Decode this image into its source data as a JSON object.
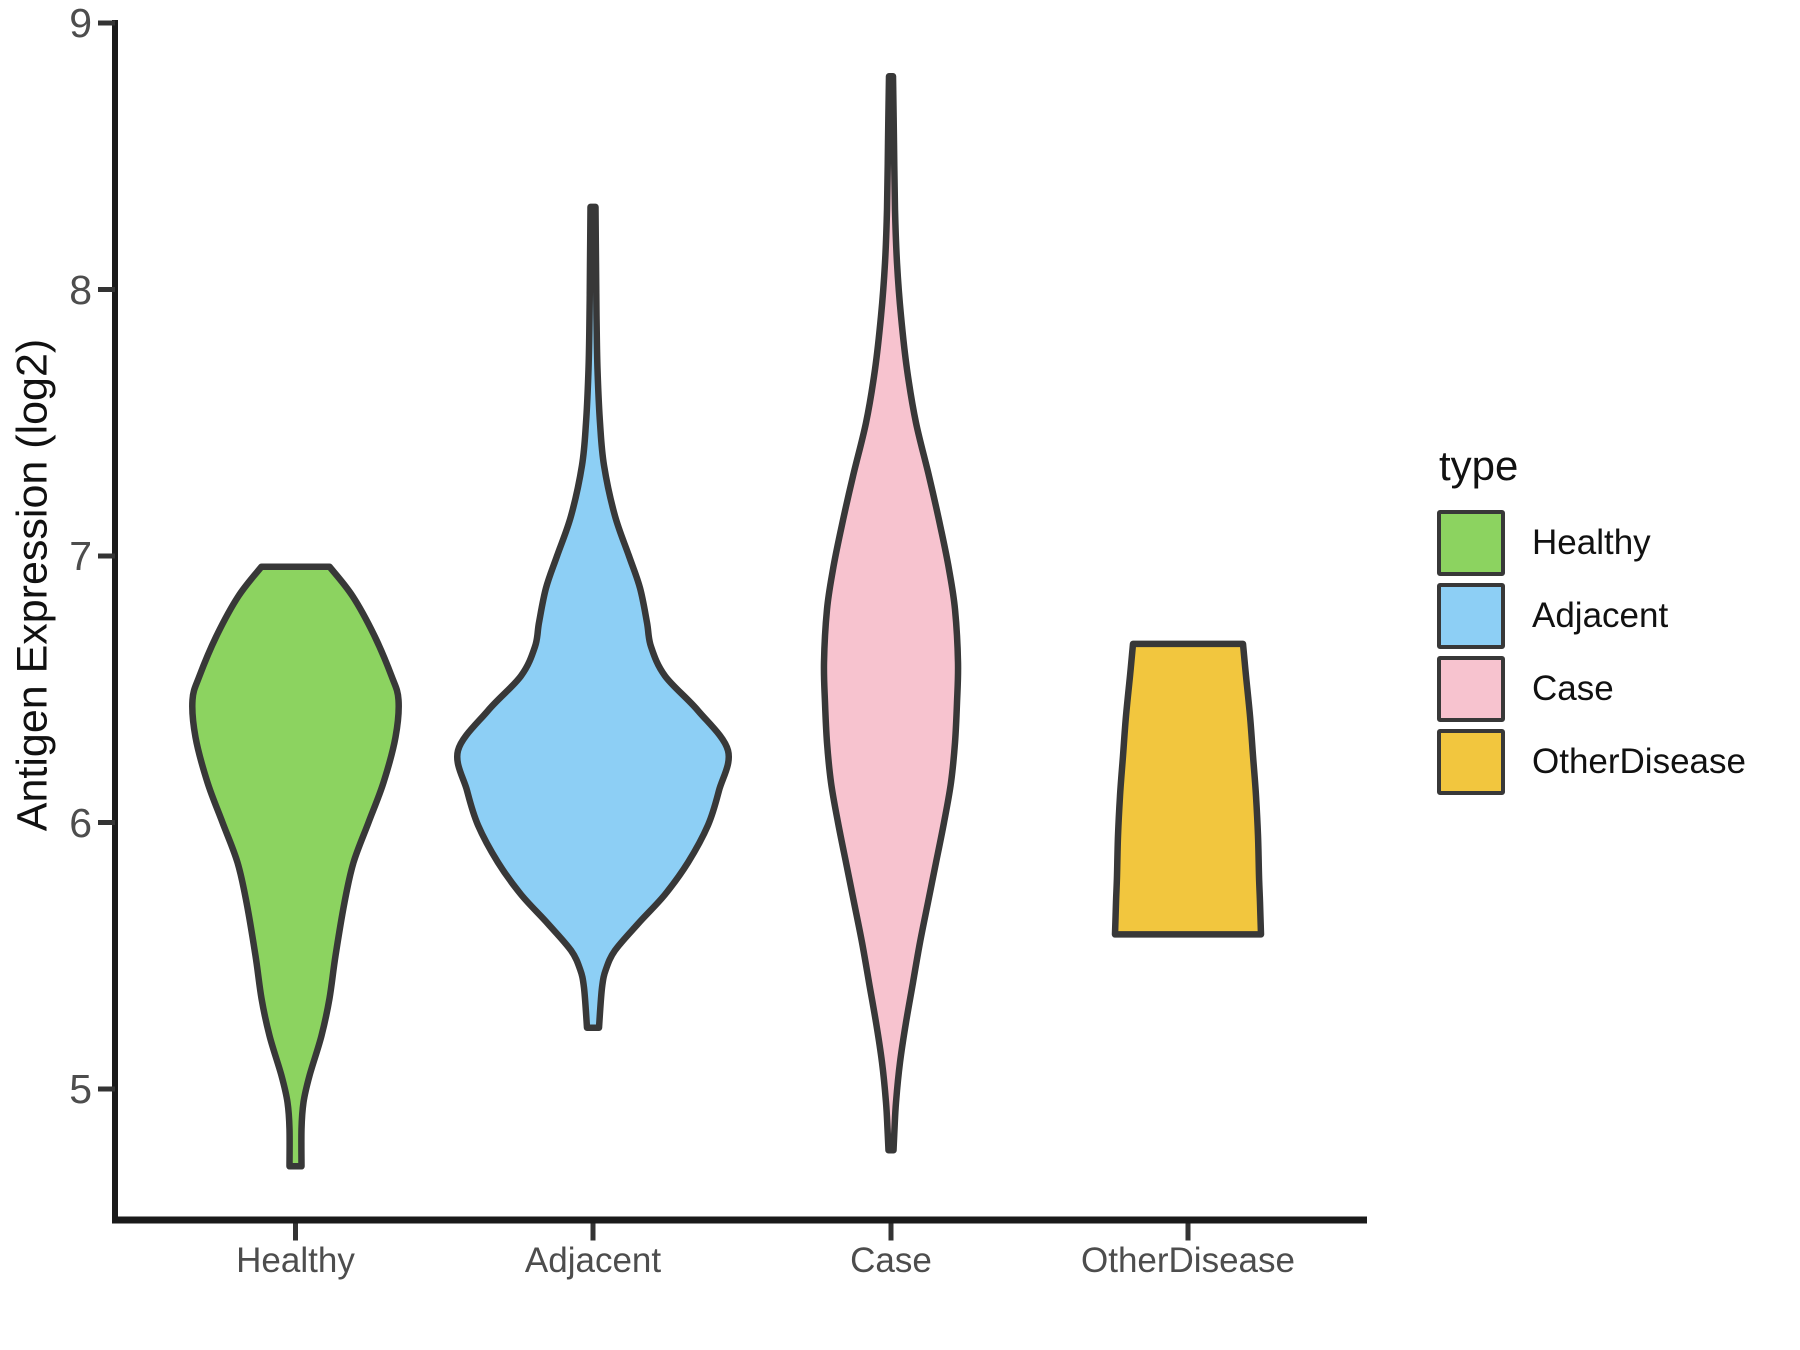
{
  "figure": {
    "background": "#ffffff",
    "axis_color": "#1a1a1a",
    "tick_color": "#333333",
    "tick_label_color": "#4d4d4d",
    "violin_outline_color": "#383838"
  },
  "chart_data": {
    "type": "violin",
    "title": "",
    "xlabel": "",
    "ylabel": "Antigen Expression (log2)",
    "ylim": [
      4.5,
      9.0
    ],
    "yticks": [
      9,
      8,
      7,
      6,
      5
    ],
    "grid": false,
    "categories": [
      "Healthy",
      "Adjacent",
      "Case",
      "OtherDisease"
    ],
    "legend": {
      "title": "type",
      "position": "right",
      "items": [
        {
          "label": "Healthy",
          "color": "#8CD360"
        },
        {
          "label": "Adjacent",
          "color": "#8DCFF5"
        },
        {
          "label": "Case",
          "color": "#F7C3CF"
        },
        {
          "label": "OtherDisease",
          "color": "#F2C63E"
        }
      ]
    },
    "series": [
      {
        "name": "Healthy",
        "fill": "#8CD360",
        "outline": "#383838",
        "range_log2": [
          4.71,
          6.96
        ],
        "peak_log2": 6.46,
        "profile": [
          [
            6.96,
            34
          ],
          [
            6.85,
            57
          ],
          [
            6.7,
            79
          ],
          [
            6.55,
            96
          ],
          [
            6.46,
            103
          ],
          [
            6.32,
            100
          ],
          [
            6.15,
            88
          ],
          [
            6.0,
            73
          ],
          [
            5.85,
            58
          ],
          [
            5.7,
            49
          ],
          [
            5.5,
            40
          ],
          [
            5.34,
            34
          ],
          [
            5.2,
            26
          ],
          [
            5.05,
            14
          ],
          [
            4.95,
            8
          ],
          [
            4.85,
            6
          ],
          [
            4.71,
            6
          ]
        ]
      },
      {
        "name": "Adjacent",
        "fill": "#8DCFF5",
        "outline": "#383838",
        "range_log2": [
          5.23,
          8.31
        ],
        "peak_log2": 6.27,
        "profile": [
          [
            8.31,
            2.5
          ],
          [
            8.1,
            3
          ],
          [
            7.9,
            3.5
          ],
          [
            7.7,
            4.5
          ],
          [
            7.5,
            7
          ],
          [
            7.34,
            11
          ],
          [
            7.15,
            22
          ],
          [
            7.0,
            36
          ],
          [
            6.88,
            47
          ],
          [
            6.75,
            54
          ],
          [
            6.66,
            58
          ],
          [
            6.55,
            72
          ],
          [
            6.42,
            105
          ],
          [
            6.27,
            135
          ],
          [
            6.12,
            126
          ],
          [
            5.99,
            115
          ],
          [
            5.85,
            95
          ],
          [
            5.73,
            72
          ],
          [
            5.62,
            45
          ],
          [
            5.52,
            22
          ],
          [
            5.45,
            13
          ],
          [
            5.38,
            9
          ],
          [
            5.23,
            6
          ]
        ]
      },
      {
        "name": "Case",
        "fill": "#F7C3CF",
        "outline": "#383838",
        "range_log2": [
          4.77,
          8.8
        ],
        "peak_log2": 6.6,
        "profile": [
          [
            8.8,
            2
          ],
          [
            8.55,
            3
          ],
          [
            8.3,
            4
          ],
          [
            8.1,
            6
          ],
          [
            7.9,
            10
          ],
          [
            7.7,
            16
          ],
          [
            7.5,
            25
          ],
          [
            7.3,
            38
          ],
          [
            7.1,
            50
          ],
          [
            6.95,
            58
          ],
          [
            6.8,
            64
          ],
          [
            6.6,
            67
          ],
          [
            6.45,
            66
          ],
          [
            6.3,
            64
          ],
          [
            6.15,
            60
          ],
          [
            6.0,
            53
          ],
          [
            5.85,
            45
          ],
          [
            5.7,
            37
          ],
          [
            5.55,
            29
          ],
          [
            5.4,
            22
          ],
          [
            5.25,
            15
          ],
          [
            5.1,
            9
          ],
          [
            4.95,
            5
          ],
          [
            4.85,
            3.5
          ],
          [
            4.77,
            2.5
          ]
        ]
      },
      {
        "name": "OtherDisease",
        "fill": "#F2C63E",
        "outline": "#383838",
        "range_log2": [
          5.58,
          6.67
        ],
        "peak_log2": 5.58,
        "profile": [
          [
            6.67,
            55
          ],
          [
            6.55,
            58
          ],
          [
            6.4,
            62
          ],
          [
            6.25,
            65
          ],
          [
            6.1,
            68
          ],
          [
            5.95,
            70
          ],
          [
            5.8,
            71
          ],
          [
            5.7,
            72
          ],
          [
            5.58,
            73
          ]
        ]
      }
    ]
  }
}
